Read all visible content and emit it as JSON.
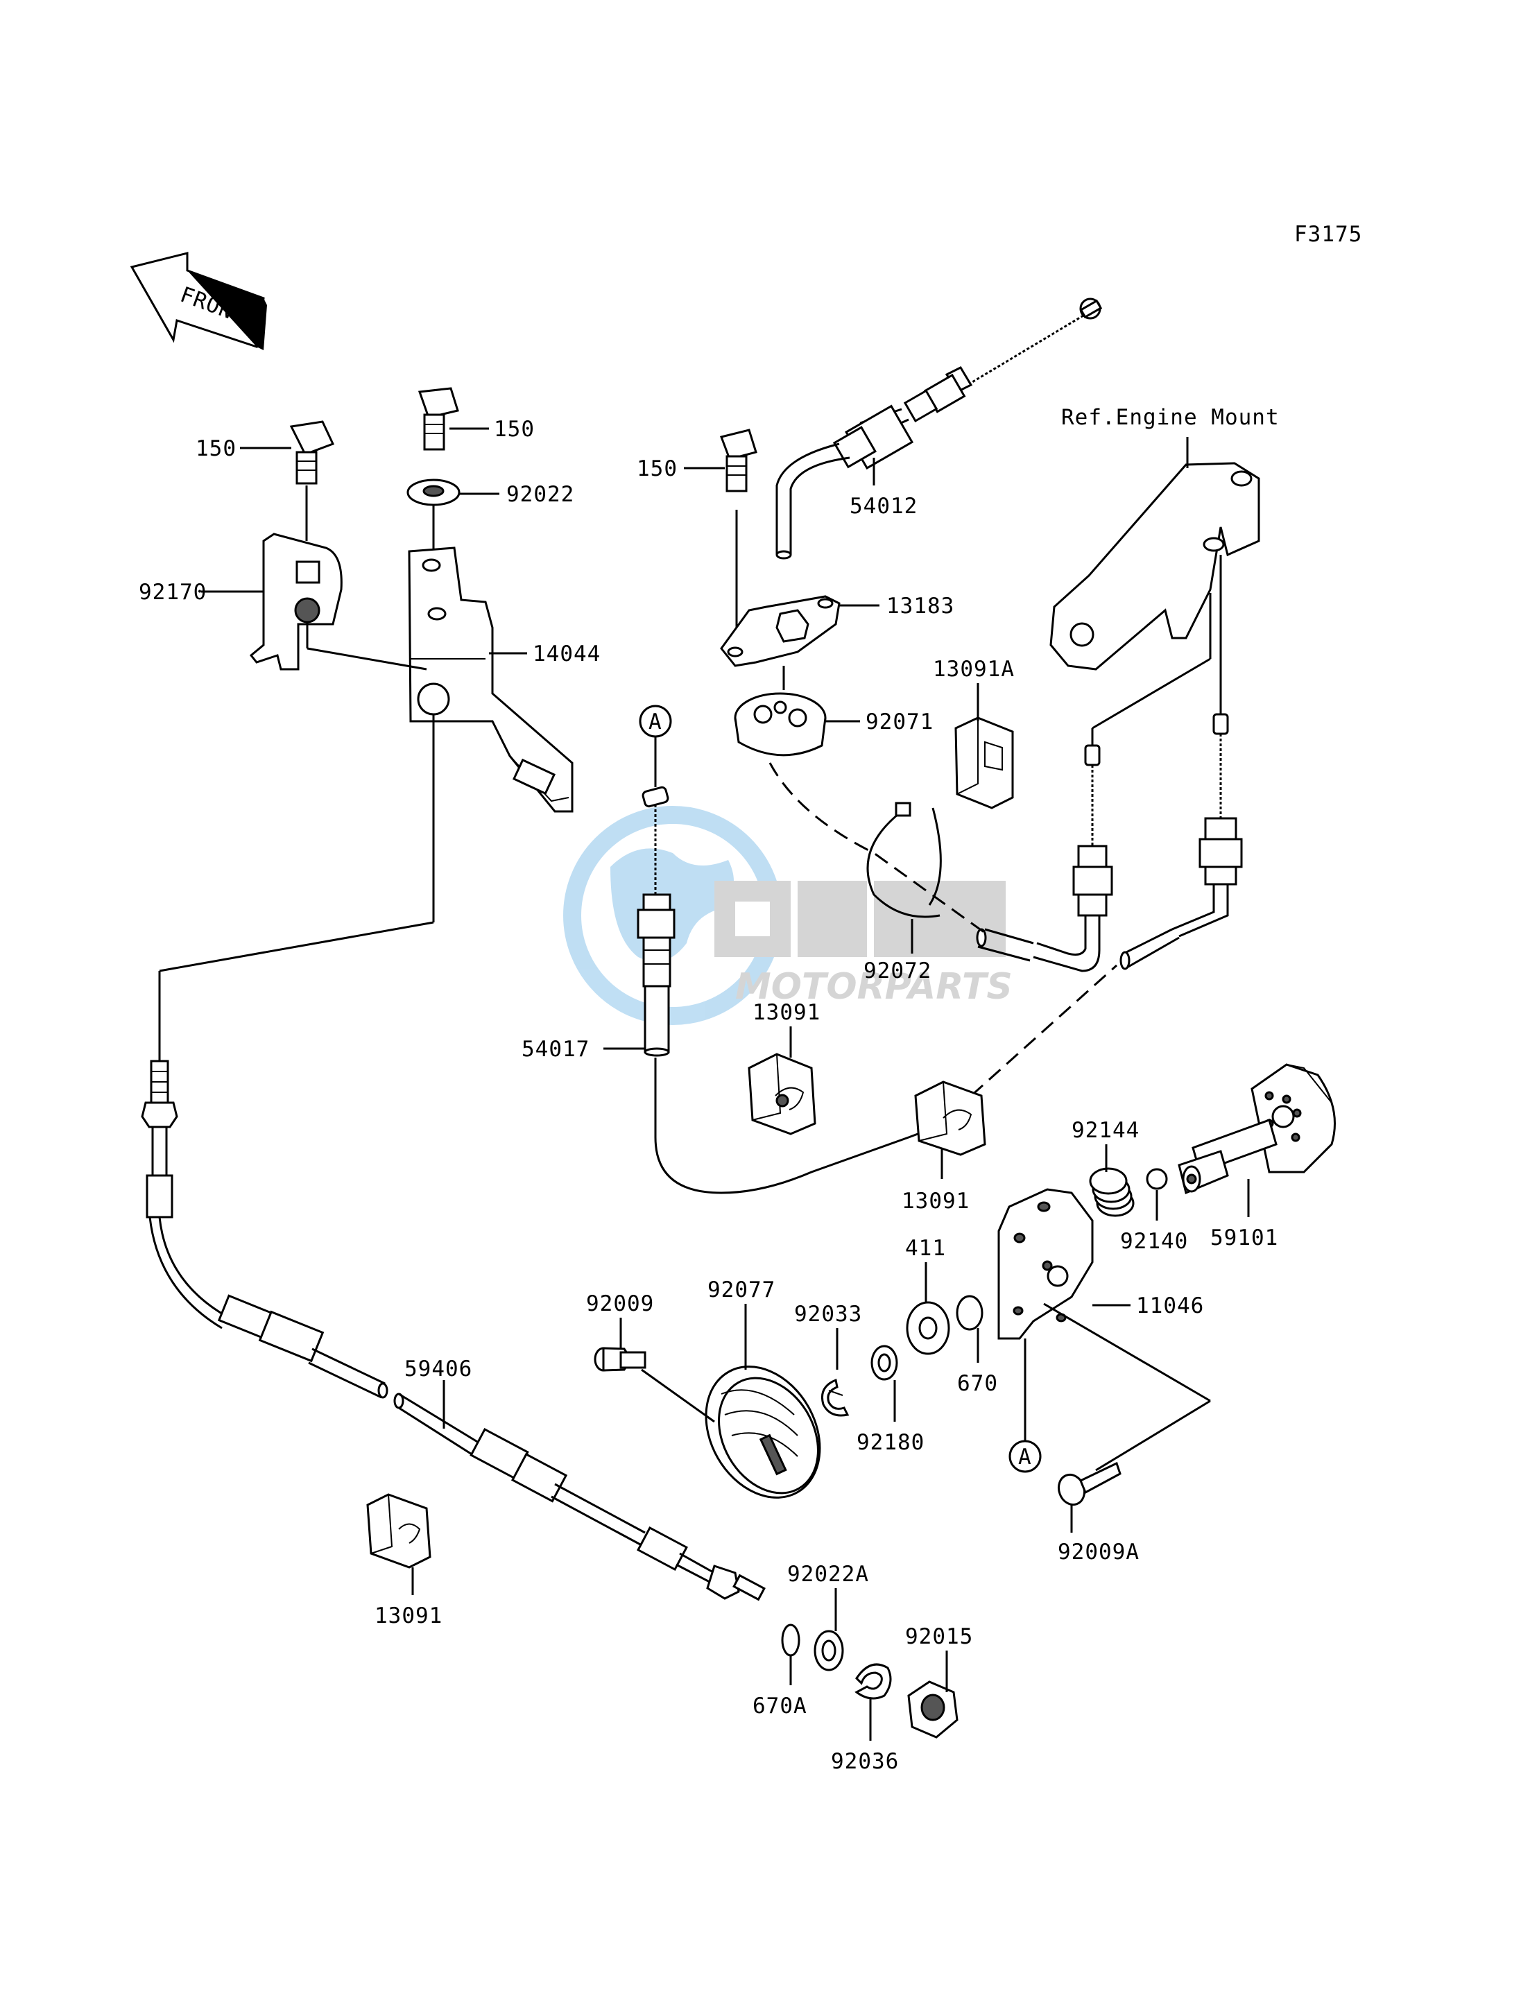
{
  "diagram_code": "F3175",
  "front_indicator": "FRONT",
  "ref_note": "Ref.Engine Mount",
  "callouts": {
    "a_top": "A",
    "a_bottom": "A"
  },
  "labels": {
    "p150_left": "150",
    "p150_mid": "150",
    "p150_right": "150",
    "p92022": "92022",
    "p92170": "92170",
    "p14044": "14044",
    "p54012": "54012",
    "p13183": "13183",
    "p13091a": "13091A",
    "p92071": "92071",
    "p92072": "92072",
    "p54017": "54017",
    "p13091_mid": "13091",
    "p13091_right": "13091",
    "p13091_bottom": "13091",
    "p92144": "92144",
    "p92140": "92140",
    "p59101": "59101",
    "p411": "411",
    "p11046": "11046",
    "p670": "670",
    "p92009": "92009",
    "p92077": "92077",
    "p92033": "92033",
    "p92180": "92180",
    "p92009a": "92009A",
    "p59406": "59406",
    "p92022a": "92022A",
    "p92015": "92015",
    "p670a": "670A",
    "p92036": "92036"
  },
  "watermark": {
    "brand": "OSM",
    "sub": "MOTORPARTS",
    "color_blue": "#4aa3df",
    "color_grey": "#8a8a8a"
  }
}
